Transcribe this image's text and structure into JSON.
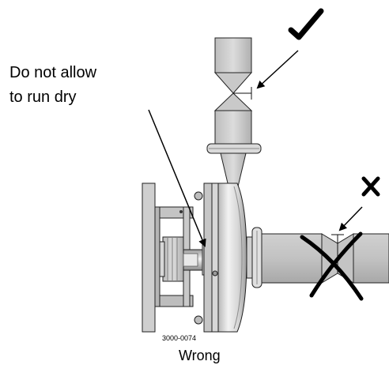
{
  "labels": {
    "warning_line1": "Do not allow",
    "warning_line2": "to run dry",
    "figure_code": "3000-0074",
    "caption": "Wrong"
  },
  "marks": {
    "correct_symbol": "check-mark",
    "incorrect_symbol": "cross-mark"
  },
  "colors": {
    "metal_light": "#e4e4e4",
    "metal_mid": "#c4c4c4",
    "metal_dark": "#9a9a9a",
    "outline": "#111111"
  }
}
